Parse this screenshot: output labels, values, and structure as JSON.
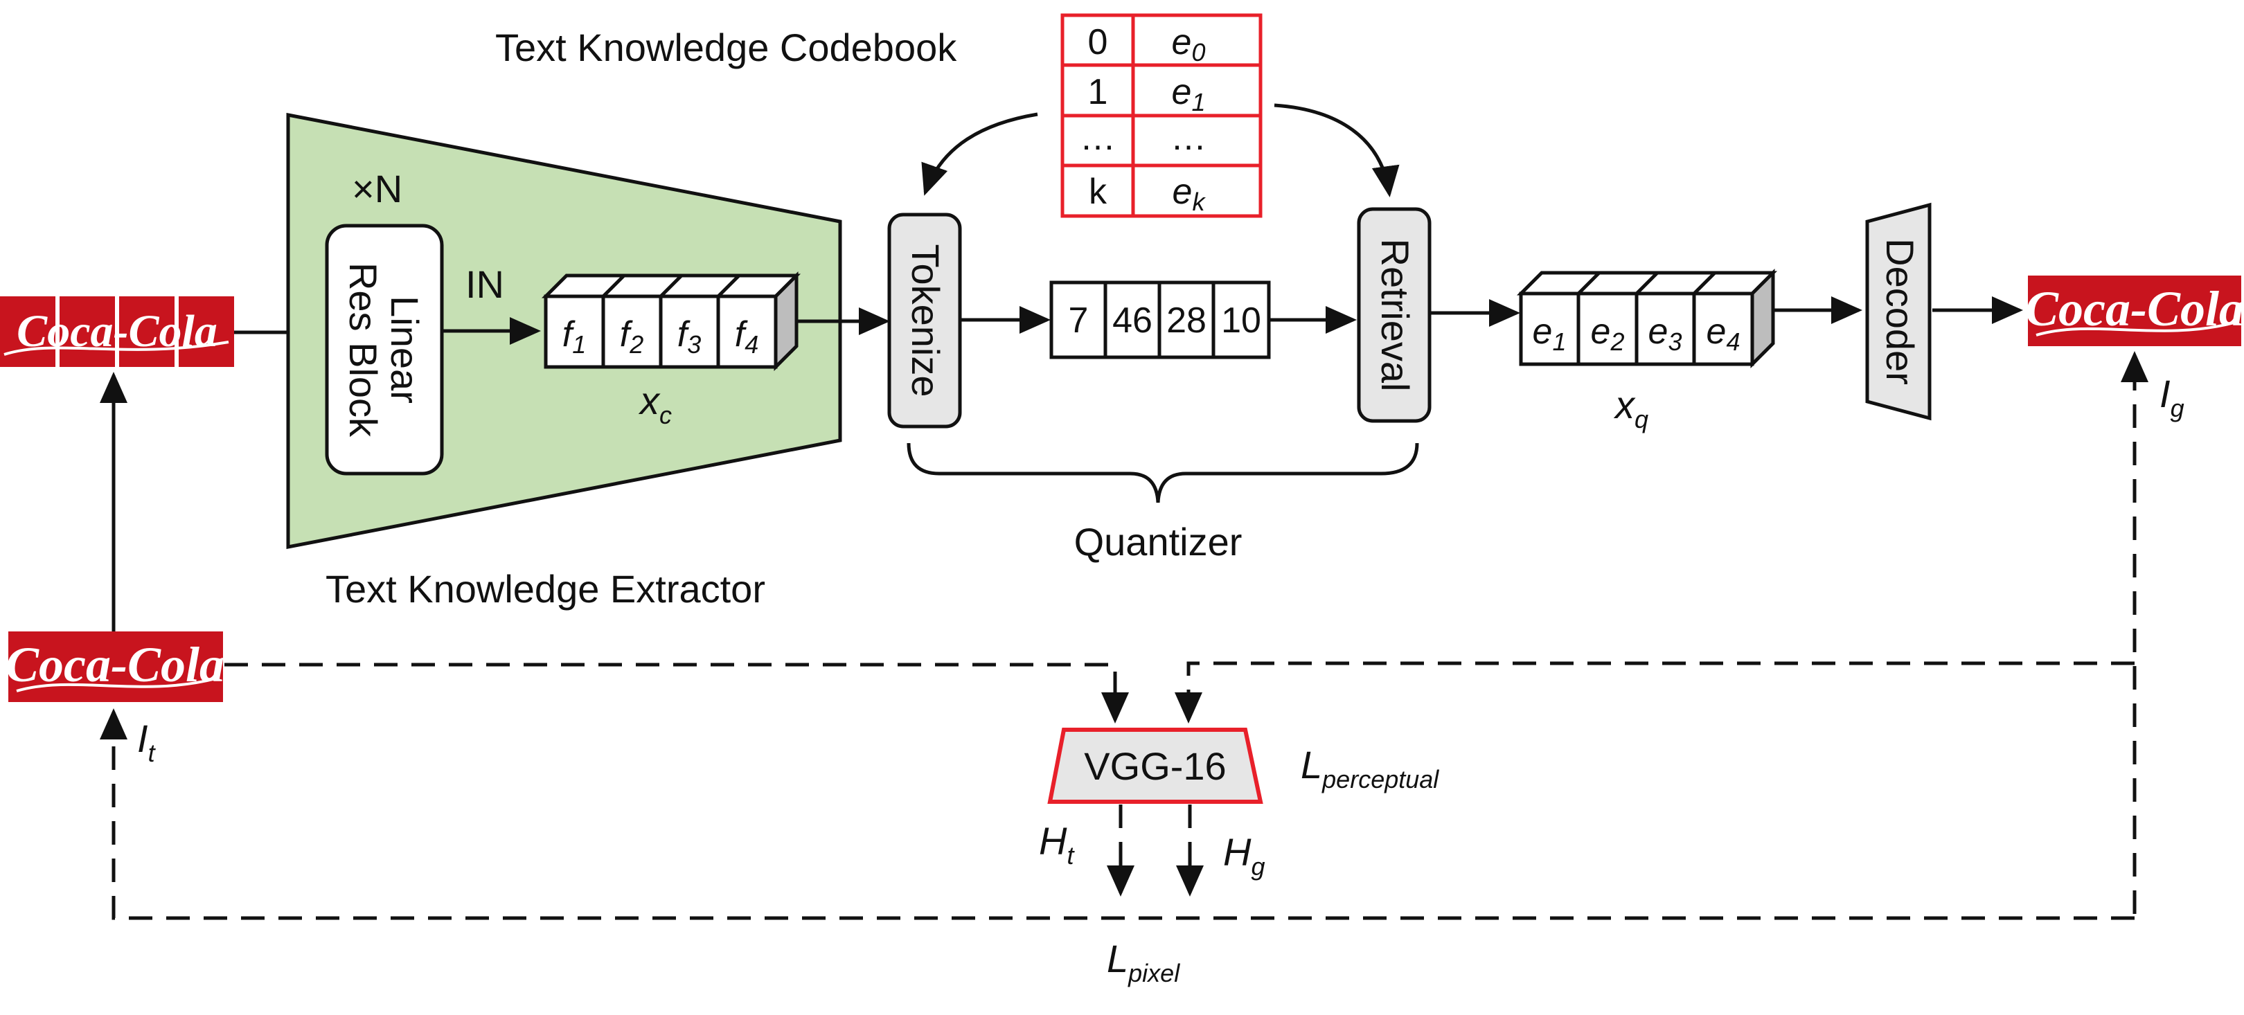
{
  "colors": {
    "accent_red": "#e8202a",
    "extractor_fill": "#c6e0b4",
    "module_fill": "#e6e6e6",
    "logo_bg": "#c8141e"
  },
  "codebook": {
    "title": "Text Knowledge Codebook",
    "rows": [
      {
        "index": "0",
        "embed": "e",
        "embed_sub": "0"
      },
      {
        "index": "1",
        "embed": "e",
        "embed_sub": "1"
      },
      {
        "index": "…",
        "embed": "…",
        "embed_sub": ""
      },
      {
        "index": "k",
        "embed": "e",
        "embed_sub": "k"
      }
    ]
  },
  "extractor": {
    "label": "Text Knowledge Extractor",
    "repeat": "×N",
    "block_line1": "Linear",
    "block_line2": "Res Block",
    "norm": "IN",
    "features": [
      {
        "base": "f",
        "sub": "1"
      },
      {
        "base": "f",
        "sub": "2"
      },
      {
        "base": "f",
        "sub": "3"
      },
      {
        "base": "f",
        "sub": "4"
      }
    ],
    "feature_var": "x",
    "feature_var_sub": "c"
  },
  "quantizer": {
    "label": "Quantizer",
    "tokenize": "Tokenize",
    "retrieval": "Retrieval",
    "tokens": [
      "7",
      "46",
      "28",
      "10"
    ],
    "embeddings": [
      {
        "base": "e",
        "sub": "1"
      },
      {
        "base": "e",
        "sub": "2"
      },
      {
        "base": "e",
        "sub": "3"
      },
      {
        "base": "e",
        "sub": "4"
      }
    ],
    "quant_var": "x",
    "quant_var_sub": "q"
  },
  "decoder": {
    "label": "Decoder"
  },
  "images": {
    "input_logo": "Coca-Cola",
    "target_var": "I",
    "target_var_sub": "t",
    "generated_var": "I",
    "generated_var_sub": "g"
  },
  "loss": {
    "vgg": "VGG-16",
    "perceptual": "L",
    "perceptual_sub": "perceptual",
    "pixel": "L",
    "pixel_sub": "pixel",
    "ht": "H",
    "ht_sub": "t",
    "hg": "H",
    "hg_sub": "g"
  }
}
